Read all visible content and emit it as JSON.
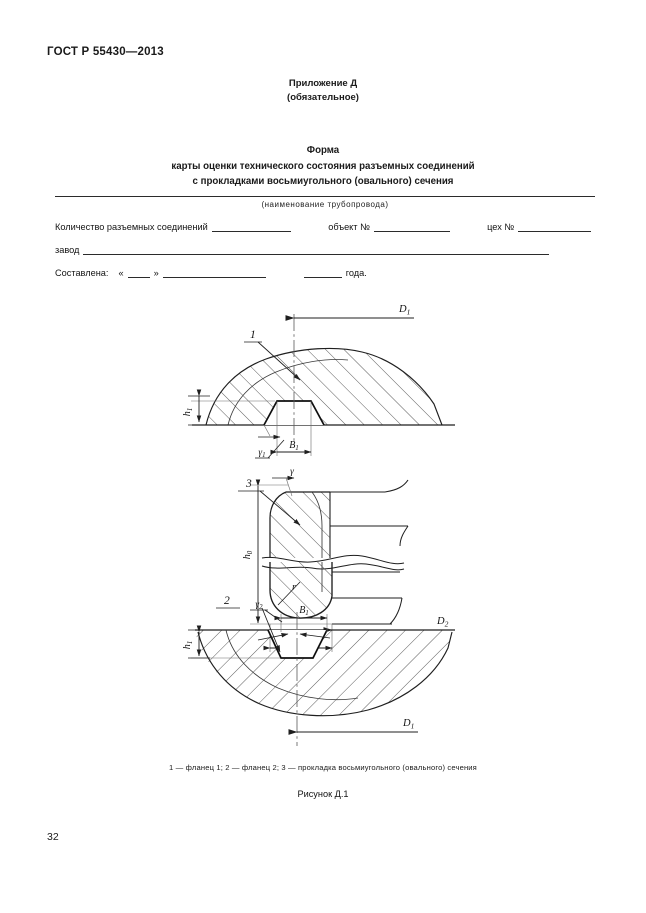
{
  "document": {
    "standard_header": "ГОСТ Р 55430—2013",
    "page_number": "32"
  },
  "annex": {
    "title": "Приложение Д",
    "subtitle": "(обязательное)"
  },
  "form_title": {
    "line1": "Форма",
    "line2": "карты оценки технического состояния разъемных соединений",
    "line3": "с прокладками восьмиугольного (овального) сечения"
  },
  "form": {
    "pipeline_caption": "(наименование трубопровода)",
    "joints_label": "Количество разъемных соединений",
    "object_label": "объект №",
    "shop_label": "цех №",
    "plant_label": "завод",
    "compiled_label": "Составлена:",
    "quote_open": "«",
    "quote_close": "»",
    "year_label": "года."
  },
  "figure": {
    "caption": "Рисунок Д.1",
    "legend": "1 — фланец 1;  2 — фланец 2;  3 — прокладка восьмиугольного (овального) сечения",
    "labels": {
      "part1": "1",
      "part2": "2",
      "part3": "3",
      "D1_top": "D",
      "D1_top_sub": "1",
      "D1_bottom": "D",
      "D1_bottom_sub": "1",
      "D2": "D",
      "D2_sub": "2",
      "h1_top": "h",
      "h1_top_sub": "1",
      "h1_bottom": "h",
      "h1_bottom_sub": "1",
      "h0": "h",
      "h0_sub": "0",
      "B1_top": "B",
      "B1_top_sub": "1",
      "B1_bottom": "B",
      "B1_bottom_sub": "1",
      "B": "B",
      "gamma1": "γ",
      "gamma1_sub": "1",
      "gamma2": "γ",
      "gamma2_sub": "2",
      "gamma": "γ",
      "r": "r"
    }
  },
  "colors": {
    "ink": "#1a1a1a",
    "line": "#2b2b2b",
    "hatch": "#5a5a5a",
    "paper": "#ffffff"
  }
}
